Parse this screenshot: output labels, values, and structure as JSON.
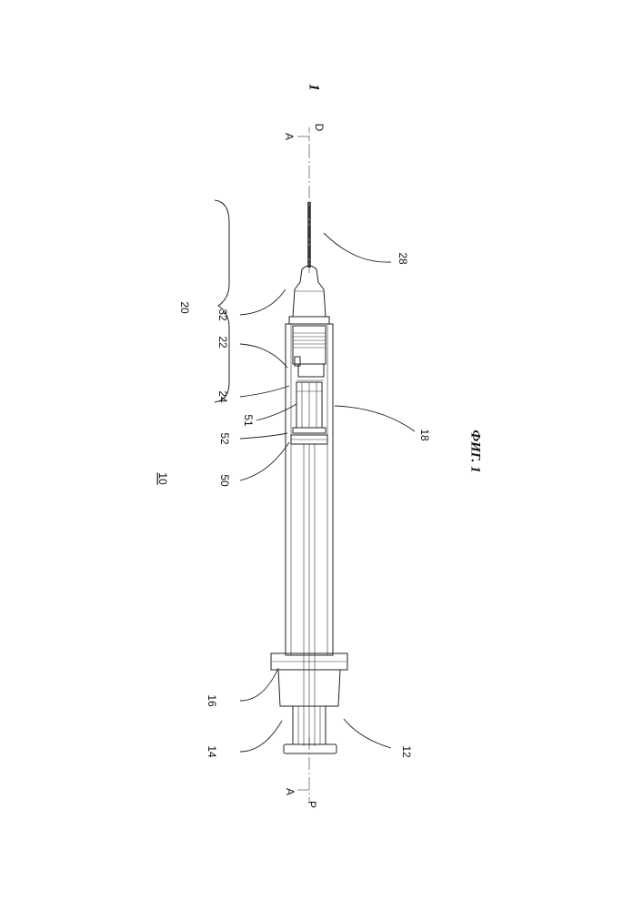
{
  "sheet_number": "1",
  "figure_caption": "ФИГ. 1",
  "device_label": "10",
  "axis": {
    "end_top": "A",
    "end_bottom": "A",
    "distal": "D",
    "proximal": "P"
  },
  "callouts": {
    "c20": "20",
    "c22": "22",
    "c24": "24",
    "c32": "32",
    "c28": "28",
    "c51": "51",
    "c52": "52",
    "c50": "50",
    "c18": "18",
    "c16": "16",
    "c14": "14",
    "c12": "12"
  }
}
